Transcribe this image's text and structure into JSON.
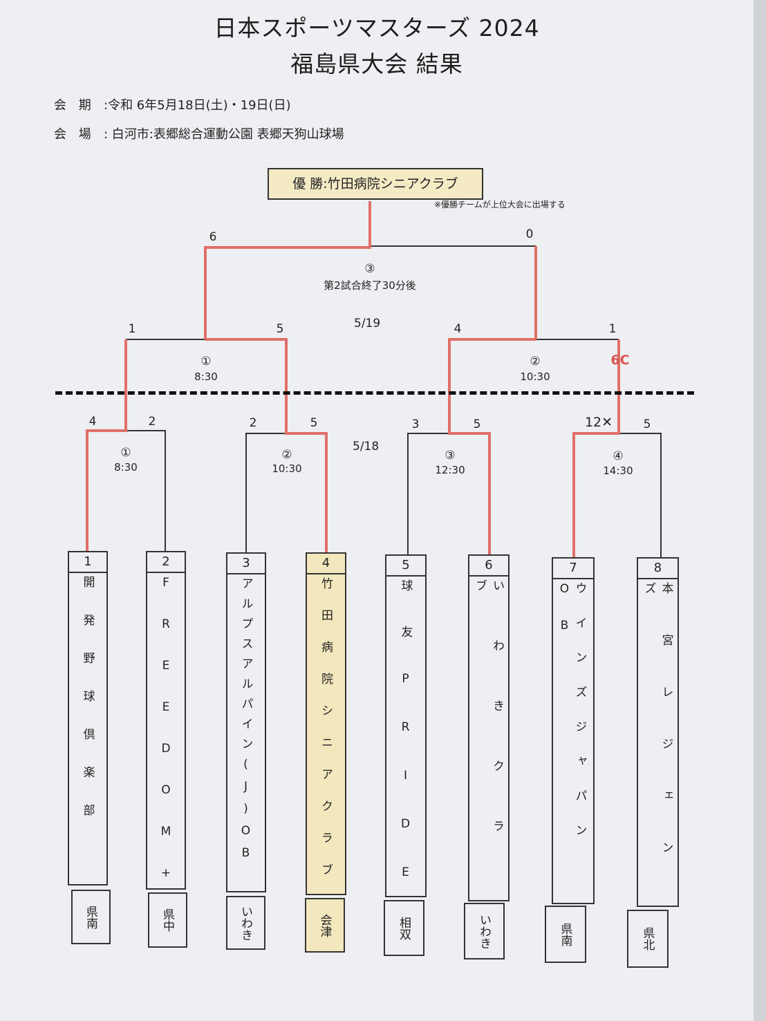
{
  "header": {
    "title_line1": "日本スポーツマスターズ 2024",
    "title_line2": "福島県大会 結果",
    "period_label": "会 期",
    "period_value": ":令和 6年5月18日(土)・19日(日)",
    "venue_label": "会 場",
    "venue_value": ": 白河市:表郷総合運動公園 表郷天狗山球場"
  },
  "winner": {
    "label": "優 勝:竹田病院シニアクラブ",
    "note": "※優勝チームが上位大会に出場する"
  },
  "days": {
    "day2": "5/19",
    "day1": "5/18"
  },
  "final": {
    "match_no": "③",
    "time": "第2試合終了30分後",
    "score_left": "6",
    "score_right": "0"
  },
  "semifinals": [
    {
      "match_no": "①",
      "time": "8:30",
      "score_left": "1",
      "score_right": "5"
    },
    {
      "match_no": "②",
      "time": "10:30",
      "score_left": "4",
      "score_right": "1",
      "note": "6C"
    }
  ],
  "first_round": [
    {
      "match_no": "①",
      "time": "8:30",
      "score_left": "4",
      "score_right": "2"
    },
    {
      "match_no": "②",
      "time": "10:30",
      "score_left": "2",
      "score_right": "5"
    },
    {
      "match_no": "③",
      "time": "12:30",
      "score_left": "3",
      "score_right": "5"
    },
    {
      "match_no": "④",
      "time": "14:30",
      "score_left": "12✕",
      "score_right": "5"
    }
  ],
  "teams": [
    {
      "num": "1",
      "name": "開発野球倶楽部",
      "pref": "県南"
    },
    {
      "num": "2",
      "name": "FREEDOM+",
      "pref": "県中"
    },
    {
      "num": "3",
      "name": "アルプスアルパイン(J)OB",
      "pref": "いわき"
    },
    {
      "num": "4",
      "name": "竹田病院シニアクラブ",
      "pref": "会津"
    },
    {
      "num": "5",
      "name": "球友PRIDE",
      "pref": "相双"
    },
    {
      "num": "6",
      "name": "いわきクラブ",
      "pref": "いわき"
    },
    {
      "num": "7",
      "name": "ウインズジャパンOB",
      "pref": "県南"
    },
    {
      "num": "8",
      "name": "本宮レジェンズ",
      "pref": "県北"
    }
  ],
  "colors": {
    "win_line": "#e07068",
    "line": "#333333",
    "winner_fill": "#f2e7bd"
  }
}
